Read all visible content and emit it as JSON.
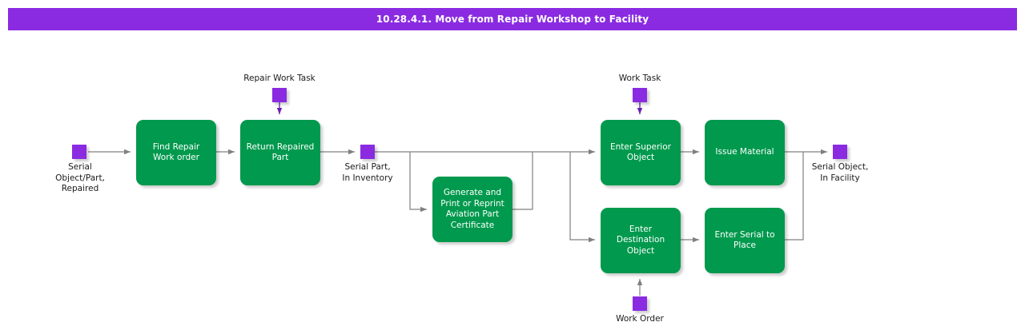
{
  "title_bar": {
    "text": "10.28.4.1. Move from Repair Workshop to Facility",
    "background_color": "#8a2be2",
    "text_color": "#ffffff"
  },
  "palette": {
    "process_green": "#00994d",
    "object_purple": "#8a2be2",
    "connector_gray": "#808080",
    "label_text": "#1a1a1a",
    "canvas": "#ffffff"
  },
  "diagram": {
    "type": "flowchart",
    "orientation": "left-to-right",
    "process_nodes": [
      {
        "id": "find-repair-work-order",
        "label": "Find Repair\nWork order"
      },
      {
        "id": "return-repaired-part",
        "label": "Return Repaired\nPart"
      },
      {
        "id": "generate-aviation-part-certificate",
        "label": "Generate and\nPrint or Reprint\nAviation Part\nCertificate"
      },
      {
        "id": "enter-superior-object",
        "label": "Enter Superior\nObject"
      },
      {
        "id": "issue-material",
        "label": "Issue Material"
      },
      {
        "id": "enter-destination-object",
        "label": "Enter\nDestination\nObject"
      },
      {
        "id": "enter-serial-to-place",
        "label": "Enter Serial to\nPlace"
      }
    ],
    "object_nodes": [
      {
        "id": "serial-object-part-repaired",
        "label": "Serial\nObject/Part,\nRepaired"
      },
      {
        "id": "repair-work-task",
        "label": "Repair Work Task"
      },
      {
        "id": "serial-part-in-inventory",
        "label": "Serial Part,\nIn Inventory"
      },
      {
        "id": "work-task",
        "label": "Work Task"
      },
      {
        "id": "work-order",
        "label": "Work Order"
      },
      {
        "id": "serial-object-in-facility",
        "label": "Serial Object,\nIn Facility"
      }
    ],
    "edges": [
      {
        "from": "serial-object-part-repaired",
        "to": "find-repair-work-order"
      },
      {
        "from": "find-repair-work-order",
        "to": "return-repaired-part"
      },
      {
        "from": "repair-work-task",
        "to": "return-repaired-part"
      },
      {
        "from": "return-repaired-part",
        "to": "serial-part-in-inventory"
      },
      {
        "from": "serial-part-in-inventory",
        "to": "generate-aviation-part-certificate"
      },
      {
        "from": "serial-part-in-inventory",
        "to": "enter-superior-object"
      },
      {
        "from": "serial-part-in-inventory",
        "to": "enter-destination-object"
      },
      {
        "from": "generate-aviation-part-certificate",
        "to": "enter-superior-object"
      },
      {
        "from": "generate-aviation-part-certificate",
        "to": "enter-destination-object"
      },
      {
        "from": "work-task",
        "to": "enter-superior-object"
      },
      {
        "from": "enter-superior-object",
        "to": "issue-material"
      },
      {
        "from": "work-order",
        "to": "enter-destination-object"
      },
      {
        "from": "enter-destination-object",
        "to": "enter-serial-to-place"
      },
      {
        "from": "issue-material",
        "to": "serial-object-in-facility"
      },
      {
        "from": "enter-serial-to-place",
        "to": "serial-object-in-facility"
      }
    ]
  }
}
